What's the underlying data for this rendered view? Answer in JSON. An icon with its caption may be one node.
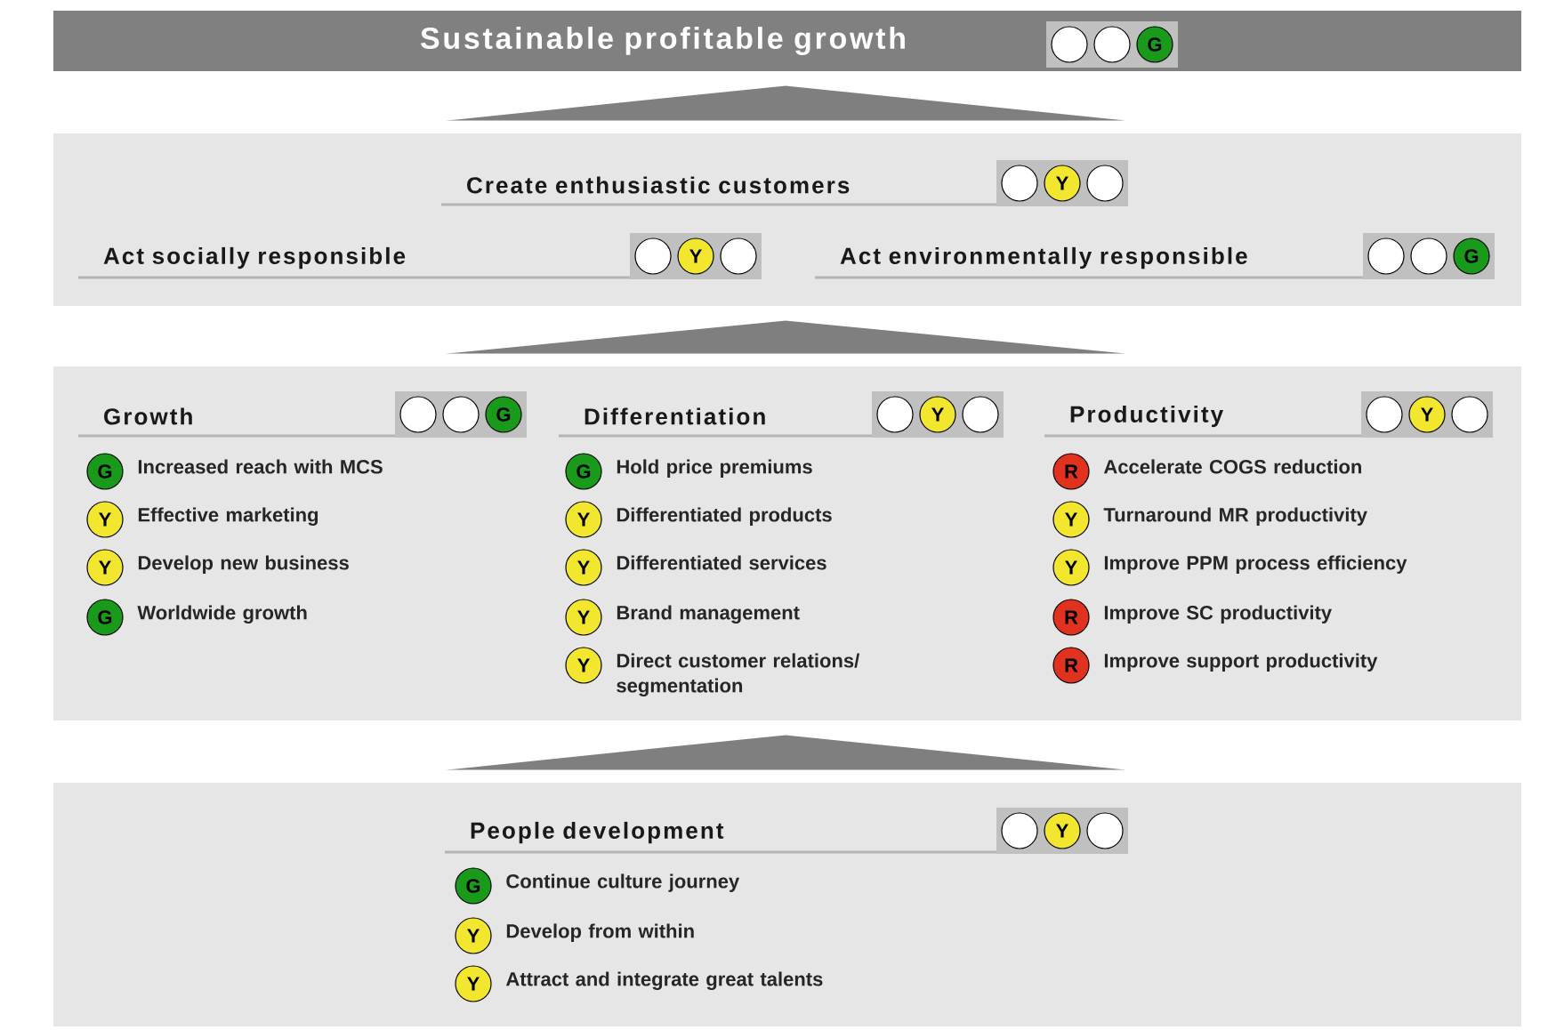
{
  "diagram": {
    "nodes": [
      {
        "text": [
          "Sustainable profitable growth"
        ]
      },
      {
        "text": [],
        "shape": "box",
        "in": 0
      },
      {
        "text": [],
        "shape": "circle",
        "in": 1
      },
      {
        "text": [],
        "shape": "circle",
        "in": 1
      },
      {
        "text": [
          "G"
        ],
        "in": 1
      },
      {
        "text": [],
        "shape": "box"
      },
      {
        "text": [
          "Create enthusiastic customers"
        ],
        "in": 5
      },
      {
        "text": [],
        "shape": "circle",
        "in": 6
      },
      {
        "text": [
          "Y"
        ],
        "in": 6
      },
      {
        "text": [],
        "shape": "circle",
        "in": 6
      },
      {
        "text": [
          "Act socially responsible"
        ],
        "in": 5
      },
      {
        "text": [],
        "shape": "circle",
        "in": 10
      },
      {
        "text": [
          "Y"
        ],
        "in": 10
      },
      {
        "text": [],
        "shape": "circle",
        "in": 10
      },
      {
        "text": [
          "Act environmentally responsible"
        ],
        "in": 5
      },
      {
        "text": [],
        "shape": "circle",
        "in": 14
      },
      {
        "text": [],
        "shape": "circle",
        "in": 14
      },
      {
        "text": [
          "G"
        ],
        "in": 14
      },
      {
        "text": [],
        "shape": "box"
      },
      {
        "text": [
          "Growth"
        ],
        "in": 18
      },
      {
        "text": [],
        "shape": "circle",
        "in": 19
      },
      {
        "text": [],
        "shape": "circle",
        "in": 19
      },
      {
        "text": [
          "G"
        ],
        "in": 19
      },
      {
        "text": [
          "Differentiation"
        ],
        "in": 18
      },
      {
        "text": [],
        "shape": "circle",
        "in": 23
      },
      {
        "text": [
          "Y"
        ],
        "in": 23
      },
      {
        "text": [],
        "shape": "circle",
        "in": 23
      },
      {
        "text": [
          "Productivity"
        ],
        "in": 18
      },
      {
        "text": [],
        "shape": "circle",
        "in": 27
      },
      {
        "text": [
          "Y"
        ],
        "in": 27
      },
      {
        "text": [],
        "shape": "circle",
        "in": 27
      },
      {
        "text": [
          "G"
        ],
        "in": 18,
        "beside": [
          "Increased reach with MCS"
        ]
      },
      {
        "text": [
          "Y"
        ],
        "in": 18,
        "beside": [
          "Effective marketing"
        ]
      },
      {
        "text": [
          "Y"
        ],
        "in": 18,
        "beside": [
          "Develop new business"
        ]
      },
      {
        "text": [
          "G"
        ],
        "in": 18,
        "beside": [
          "Worldwide growth"
        ]
      },
      {
        "text": [
          "G"
        ],
        "in": 18,
        "beside": [
          "Hold price premiums"
        ]
      },
      {
        "text": [
          "Y"
        ],
        "in": 18,
        "beside": [
          "Differentiated products"
        ]
      },
      {
        "text": [
          "Y"
        ],
        "in": 18,
        "beside": [
          "Differentiated services"
        ]
      },
      {
        "text": [
          "Y"
        ],
        "in": 18,
        "beside": [
          "Brand management"
        ]
      },
      {
        "text": [
          "Y"
        ],
        "in": 18,
        "beside": [
          "Direct customer relations/ segmentation"
        ]
      },
      {
        "text": [
          "R"
        ],
        "in": 18,
        "beside": [
          "Accelerate COGS reduction"
        ]
      },
      {
        "text": [
          "Y"
        ],
        "in": 18,
        "beside": [
          "Turnaround MR productivity"
        ]
      },
      {
        "text": [
          "Y"
        ],
        "in": 18,
        "beside": [
          "Improve PPM process efficiency"
        ]
      },
      {
        "text": [
          "R"
        ],
        "in": 18,
        "beside": [
          "Improve SC productivity"
        ]
      },
      {
        "text": [
          "R"
        ],
        "in": 18,
        "beside": [
          "Improve support productivity"
        ]
      },
      {
        "text": [],
        "shape": "box"
      },
      {
        "text": [
          "People development"
        ],
        "in": 45
      },
      {
        "text": [],
        "shape": "circle",
        "in": 46
      },
      {
        "text": [
          "Y"
        ],
        "in": 46
      },
      {
        "text": [],
        "shape": "circle",
        "in": 46
      },
      {
        "text": [
          "G"
        ],
        "in": 45,
        "beside": [
          "Continue culture journey"
        ]
      },
      {
        "text": [
          "Y"
        ],
        "in": 45,
        "beside": [
          "Develop from within"
        ]
      },
      {
        "text": [
          "Y"
        ],
        "in": 45,
        "beside": [
          "Attract and integrate great talents"
        ]
      }
    ],
    "edges": [
      {
        "from": 5,
        "to": 0,
        "arrow": "to"
      },
      {
        "from": 18,
        "to": 5,
        "arrow": "to"
      },
      {
        "from": 45,
        "to": 18,
        "arrow": "to"
      }
    ]
  }
}
